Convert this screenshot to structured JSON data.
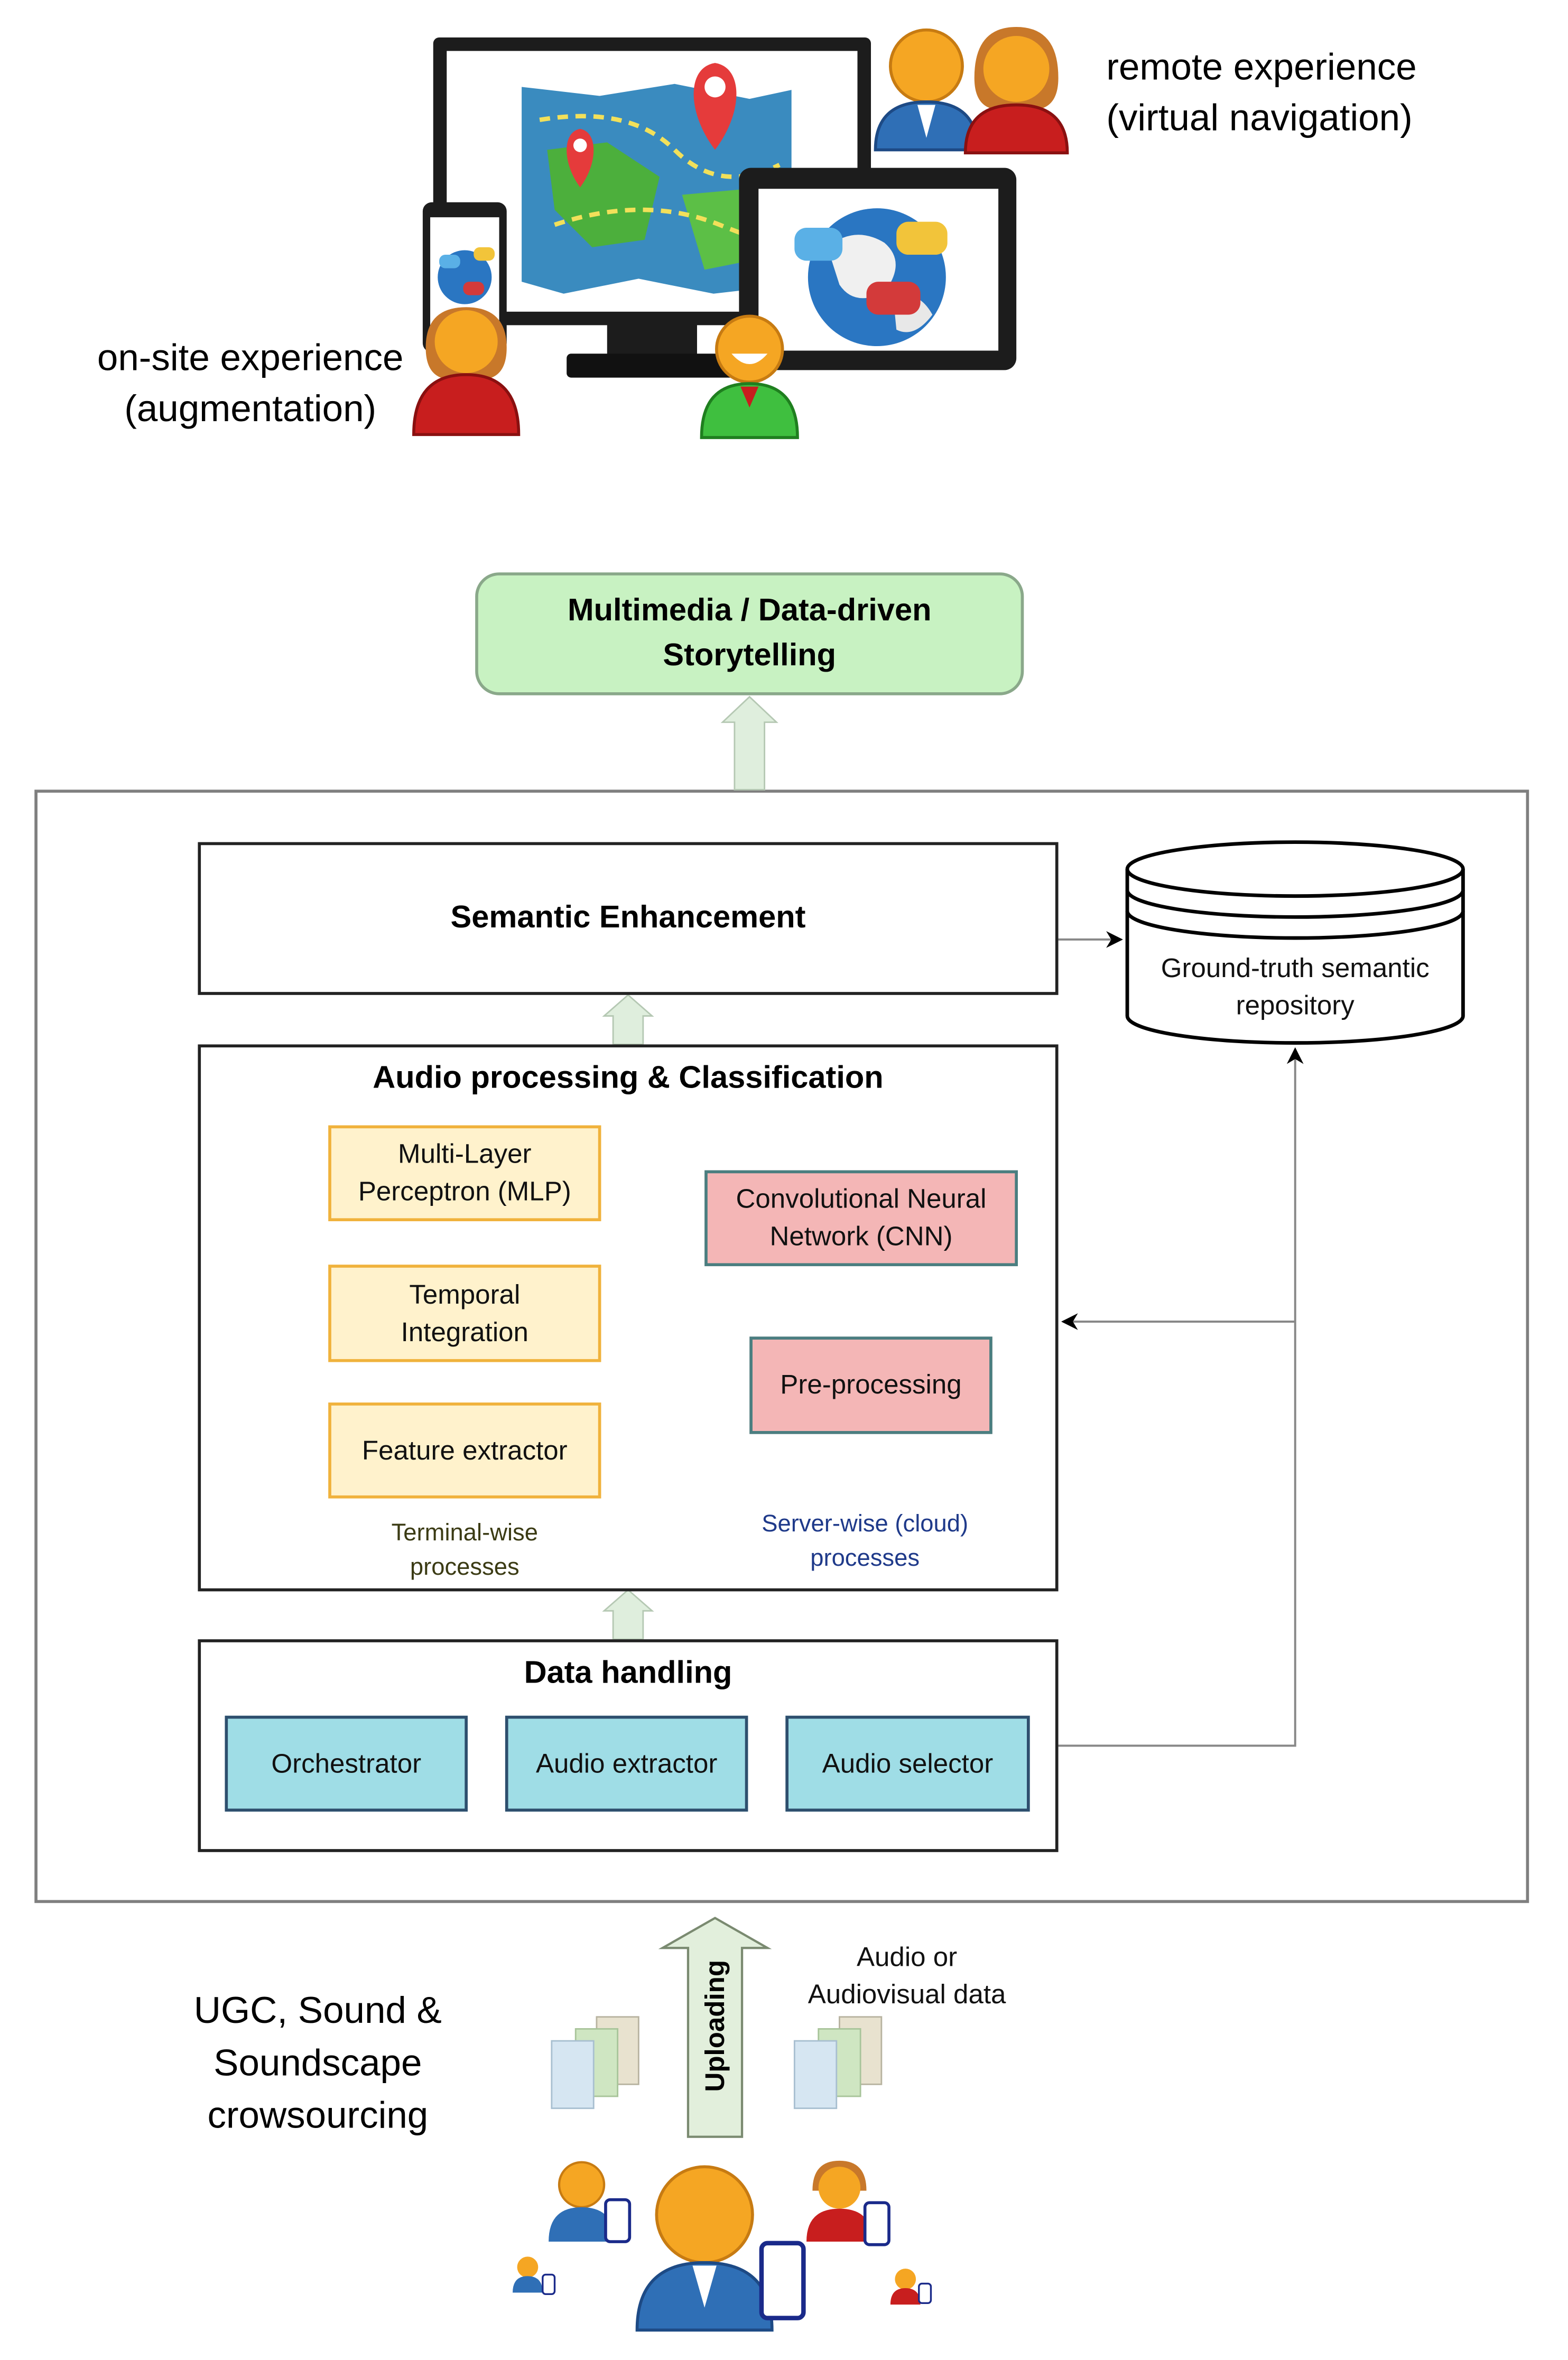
{
  "top": {
    "remote_label": "remote experience\n(virtual navigation)",
    "onsite_label": "on-site experience\n(augmentation)"
  },
  "storytelling": {
    "label": "Multimedia / Data-driven\nStorytelling"
  },
  "semantic": {
    "label": "Semantic Enhancement"
  },
  "repository": {
    "label": "Ground-truth semantic\nrepository"
  },
  "audio": {
    "title": "Audio processing & Classification",
    "mlp": "Multi-Layer\nPerceptron (MLP)",
    "temporal": "Temporal\nIntegration",
    "feature": "Feature extractor",
    "cnn": "Convolutional Neural\nNetwork (CNN)",
    "preprocessing": "Pre-processing",
    "terminal_caption": "Terminal-wise\nprocesses",
    "server_caption": "Server-wise (cloud)\nprocesses"
  },
  "data_handling": {
    "title": "Data handling",
    "orchestrator": "Orchestrator",
    "audio_extractor": "Audio extractor",
    "audio_selector": "Audio selector"
  },
  "bottom": {
    "ugc_label": "UGC, Sound &\nSoundscape\ncrowsourcing",
    "uploading": "Uploading",
    "audio_data_label": "Audio or\nAudiovisual data"
  },
  "colors": {
    "mlp_fill": "#fff2cc",
    "cnn_fill": "#f4b6b6",
    "data_fill": "#9fdde6",
    "story_fill": "#c8f2c2",
    "terminal_caption": "#3b3b14",
    "server_caption": "#1f3a8a"
  }
}
